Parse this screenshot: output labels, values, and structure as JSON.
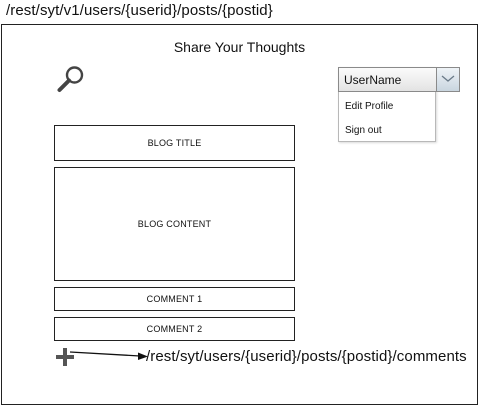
{
  "route_top": "/rest/syt/v1/users/{userid}/posts/{postid}",
  "app_title": "Share Your Thoughts",
  "user_menu": {
    "selected": "UserName",
    "items": [
      "Edit Profile",
      "Sign out"
    ]
  },
  "blog": {
    "title_label": "BLOG  TITLE",
    "content_label": "BLOG CONTENT",
    "comments": [
      "COMMENT 1",
      "COMMENT 2"
    ]
  },
  "route_bottom": "/rest/syt/users/{userid}/posts/{postid}/comments",
  "icons": {
    "search": "magnifier-icon",
    "add": "plus-icon",
    "dropdown": "chevron-down-icon"
  }
}
